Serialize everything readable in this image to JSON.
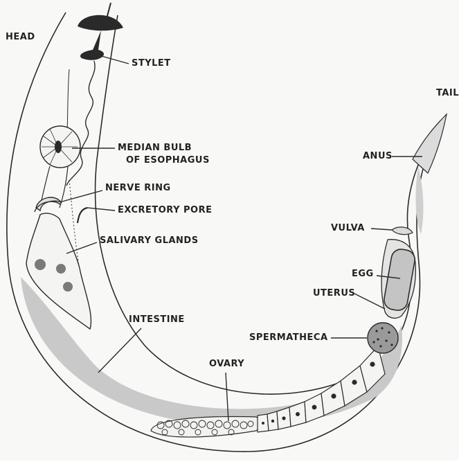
{
  "colors": {
    "paper": "#f8f8f6",
    "ink": "#2a2a2a",
    "intestine": "#c9c9c9",
    "egg": "#c4c4c4"
  },
  "labels": {
    "head": "HEAD",
    "tail": "TAIL",
    "stylet": "STYLET",
    "median_bulb_line1": "MEDIAN  BULB",
    "median_bulb_line2": "OF   ESOPHAGUS",
    "nerve_ring": "NERVE RING",
    "excretory_pore": "EXCRETORY PORE",
    "salivary_glands": "SALIVARY GLANDS",
    "intestine": "INTESTINE",
    "ovary": "OVARY",
    "anus": "ANUS",
    "vulva": "VULVA",
    "egg": "EGG",
    "uterus": "UTERUS",
    "spermatheca": "SPERMATHECA"
  }
}
